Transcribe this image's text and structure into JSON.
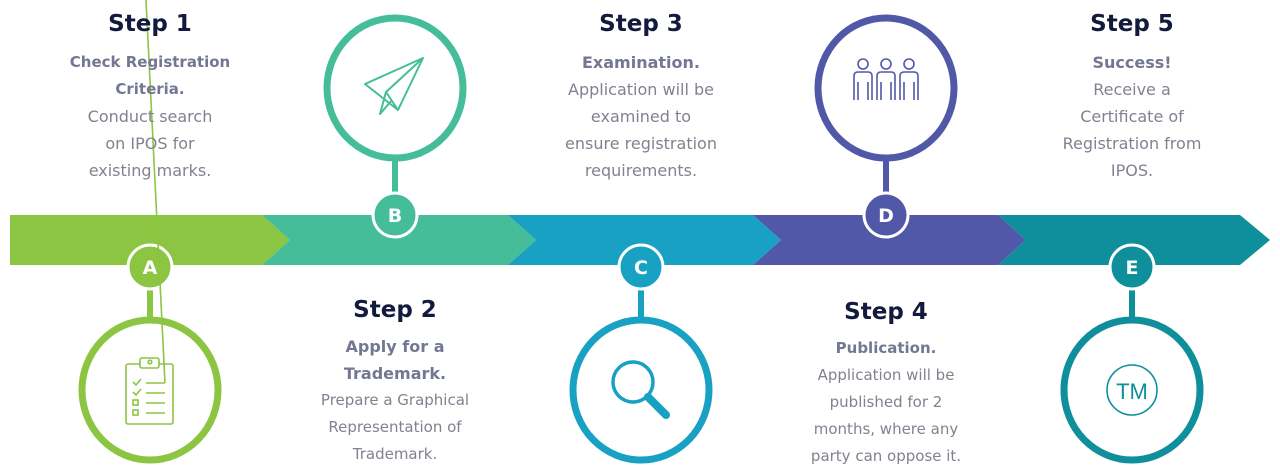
{
  "colors": {
    "green": "#8bc541",
    "teal": "#45bd98",
    "blue": "#18a1c3",
    "purple": "#5158a8",
    "darkteal": "#0e8f9b",
    "heading": "#121a3d",
    "text": "#80838f"
  },
  "steps": [
    {
      "letter": "A",
      "heading": "Step 1",
      "subtitle": [
        "Check Registration",
        "Criteria."
      ],
      "body": [
        "Conduct search",
        "on IPOS for",
        "existing marks."
      ],
      "icon": "clipboard-checklist-icon"
    },
    {
      "letter": "B",
      "heading": "Step 2",
      "subtitle": [
        "Apply for a",
        "Trademark."
      ],
      "body": [
        "Prepare a Graphical",
        "Representation of",
        "Trademark."
      ],
      "icon": "paper-plane-icon"
    },
    {
      "letter": "C",
      "heading": "Step 3",
      "subtitle": [
        "Examination."
      ],
      "body": [
        "Application will be",
        "examined to",
        "ensure registration",
        "requirements."
      ],
      "icon": "magnifier-icon"
    },
    {
      "letter": "D",
      "heading": "Step 4",
      "subtitle": [
        "Publication."
      ],
      "body": [
        "Application will be",
        "published for 2",
        "months, where any",
        "party can oppose it."
      ],
      "icon": "people-group-icon"
    },
    {
      "letter": "E",
      "heading": "Step 5",
      "subtitle": [
        "Success!"
      ],
      "body": [
        "Receive a",
        "Certificate of",
        "Registration from",
        "IPOS."
      ],
      "icon": "tm-icon",
      "icon_text": "TM"
    }
  ]
}
